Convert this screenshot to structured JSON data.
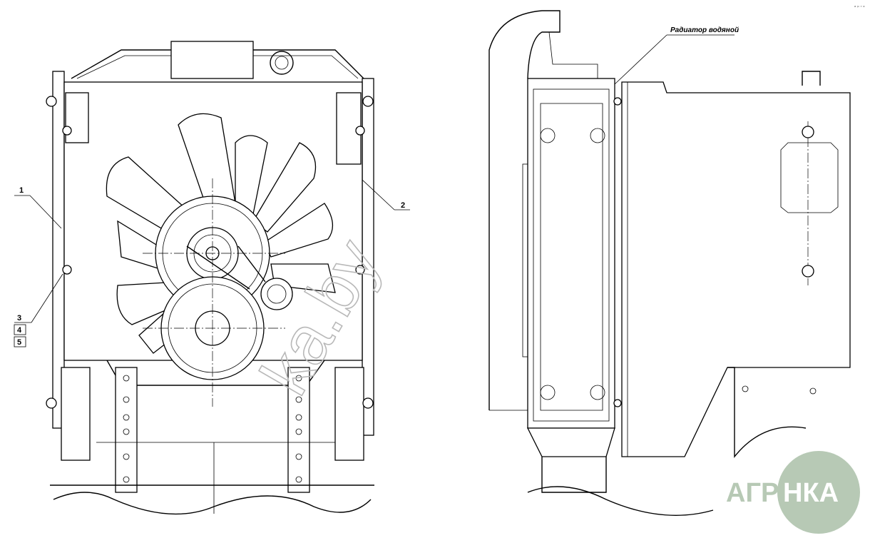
{
  "drawing": {
    "corner_mark": "ᵃ ᵖ ʳ ᵒ",
    "part_caption": "Радиатор водяной",
    "callouts": [
      "1",
      "2",
      "3",
      "4",
      "5"
    ]
  },
  "watermark": {
    "site_text": "ka.by",
    "logo_text_left": "АГРО",
    "logo_text_right": "НКА"
  },
  "colors": {
    "line": "#000000",
    "watermark": "#b8b8b8",
    "logo": "#b7c9b5"
  }
}
